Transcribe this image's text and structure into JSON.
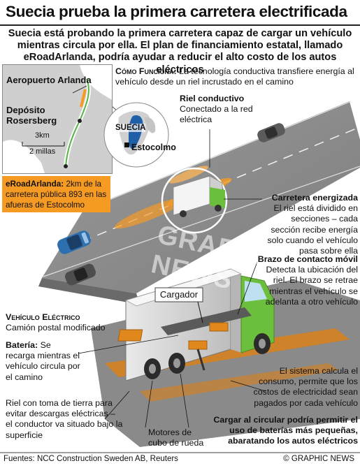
{
  "title": "Suecia prueba la primera carretera electrificada",
  "intro": "Suecia está probando la primera carretera capaz de cargar un vehículo mientras circula por ella. El plan de financiamiento estatal, llamado eRoadArlanda, podría ayudar a reducir el alto costo de los autos eléctricos",
  "map": {
    "airport": "Aeropuerto Arlanda",
    "depot": "Depósito Rosersberg",
    "scale_km": "3km",
    "scale_mi": "2 millas",
    "country": "SUECIA",
    "capital": "Estocolmo"
  },
  "eroad_box": {
    "name": "eRoadArlanda:",
    "text": "2km de la carretera pública 893 en las afueras de Estocolmo"
  },
  "how_it_works": {
    "heading": "Cómo Funciona:",
    "text": "La tecnología conductiva transfiere energía al vehículo desde un riel incrustado en el camino"
  },
  "rail": {
    "heading": "Riel conductivo",
    "text": "Conectado a la red eléctrica"
  },
  "road": {
    "heading": "Carretera energizada",
    "text": "El riel está dividido en secciones – cada sección recibe energía solo cuando el vehículo pasa sobre ella"
  },
  "arm": {
    "heading": "Brazo de contacto móvil",
    "text": "Detecta la ubicación del riel. El brazo se retrae mientras el vehículo se adelanta a otro vehículo"
  },
  "charger": "Cargador",
  "vehicle": {
    "heading": "Vehículo Eléctrico",
    "text": "Camión postal modificado"
  },
  "battery": {
    "heading": "Batería:",
    "text": "Se recarga mientras el vehículo circula por el camino"
  },
  "ground_rail": "Riel con toma de tierra para evitar descargas eléctricas – el conductor va situado bajo la superficie",
  "motors": "Motores de cubo de rueda",
  "system": "El sistema calcula el consumo, permite que los costos de electricidad sean pagados por cada vehículo",
  "conclusion": "Cargar al circular podría permitir el uso de baterías más pequeñas, abaratando los autos eléctricos",
  "watermark": "GRAPHIC NEWS",
  "footer": {
    "sources": "Fuentes: NCC Construction Sweden AB, Reuters",
    "copyright": "© GRAPHIC NEWS"
  },
  "colors": {
    "orange": "#f59a23",
    "road": "#8a8a8a",
    "truck_green": "#6cbf3c",
    "car_blue": "#2e6fb0",
    "map_land": "#cfcfcf"
  }
}
